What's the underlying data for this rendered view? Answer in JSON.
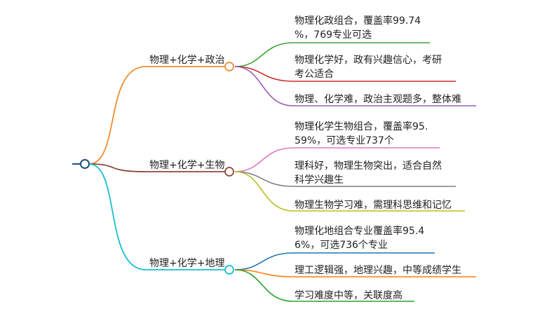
{
  "branches": [
    {
      "label": "物理+化学+政治",
      "color": "#f08c2e",
      "leaves": [
        {
          "lines": [
            "物理化政组合，覆盖率99.74",
            "%，769专业可选"
          ],
          "color": "#3aa53a"
        },
        {
          "lines": [
            "物理化学好，政有兴趣信心，考研",
            "考公适合"
          ],
          "color": "#cc2b2b"
        },
        {
          "lines": [
            "物理、化学难，政治主观题多，整体难"
          ],
          "color": "#9b59b6"
        }
      ]
    },
    {
      "label": "物理+化学+生物",
      "color": "#8b4a3c",
      "leaves": [
        {
          "lines": [
            "物理化学生物组合，覆盖率95.",
            "59%，可选专业737个"
          ],
          "color": "#e377c2"
        },
        {
          "lines": [
            "理科好，物理生物突出，适合自然",
            "科学兴趣生"
          ],
          "color": "#7f7f7f"
        },
        {
          "lines": [
            "物理生物学习难，需理科思维和记忆"
          ],
          "color": "#bcbd22"
        }
      ]
    },
    {
      "label": "物理+化学+地理",
      "color": "#17becf",
      "leaves": [
        {
          "lines": [
            "物理化地组合专业覆盖率95.4",
            "6%，可选736个专业"
          ],
          "color": "#1f77b4"
        },
        {
          "lines": [
            "理工逻辑强，地理兴趣，中等成绩学生"
          ],
          "color": "#ff7f0e"
        },
        {
          "lines": [
            "学习难度中等，关联度高"
          ],
          "color": "#2ca02c"
        }
      ]
    }
  ]
}
